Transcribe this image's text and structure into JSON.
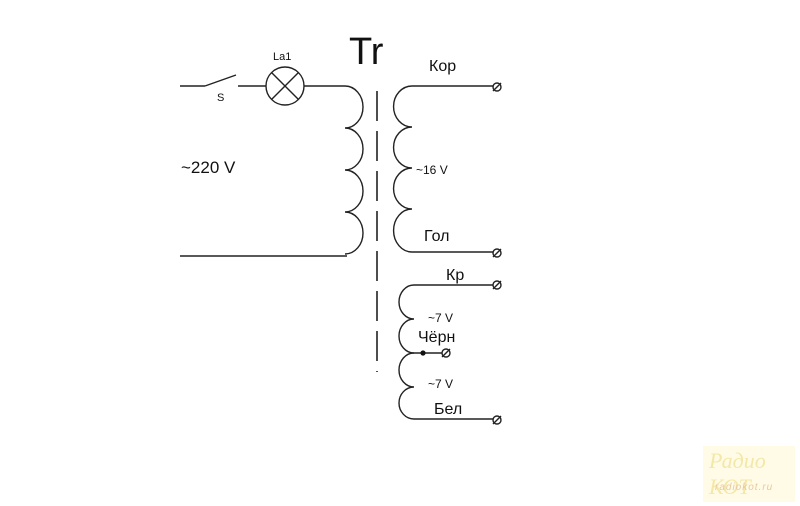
{
  "diagram": {
    "title": "Tr",
    "primary": {
      "voltage_label": "~220 V",
      "switch_label": "S",
      "lamp_label": "La1"
    },
    "secondary_1": {
      "voltage_label": "~16 V",
      "top_wire_label": "Кор",
      "bottom_wire_label": "Гол"
    },
    "secondary_2": {
      "top_wire_label": "Кр",
      "upper_voltage_label": "~7 V",
      "center_tap_label": "Чёрн",
      "lower_voltage_label": "~7 V",
      "bottom_wire_label": "Бел"
    }
  },
  "watermark": {
    "line1": "Радио КОТ",
    "line2": "radiokot.ru"
  }
}
